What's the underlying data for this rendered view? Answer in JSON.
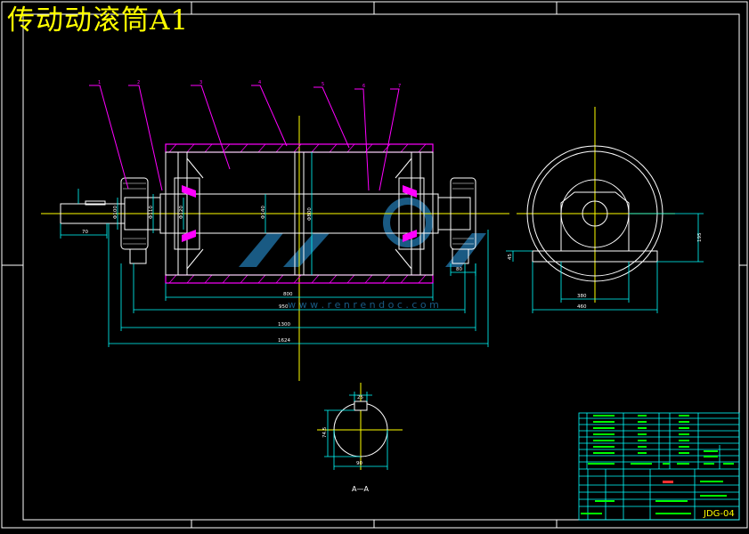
{
  "sheet": {
    "title": "传动动滚筒A1",
    "drawing_number": "JDG-04",
    "section_label": "A—A",
    "watermark_text": "w w w . r e n r e n d o c . c o m"
  },
  "balloons": [
    "1",
    "2",
    "3",
    "4",
    "5",
    "6",
    "7"
  ],
  "dimensions": {
    "shaft_end_length": "70",
    "bearing_dia": "Φ100",
    "seat_dia": "Φ110",
    "hub_dia": "Φ120",
    "shaft_dia": "Φ140",
    "drum_dia": "Φ800",
    "bearing_width": "80",
    "drum_length": "800",
    "flange_span": "950",
    "bearing_span": "1300",
    "overall_length": "1624",
    "base_height": "45",
    "center_height": "195",
    "base_inner": "380",
    "base_outer": "460",
    "key_width": "25",
    "section_dim": "74.5",
    "section_dia": "90"
  },
  "colors": {
    "background": "#000000",
    "frame": "#ffffff",
    "outline": "#ffffff",
    "shell": "#ff00ff",
    "dimension": "#00ffff",
    "centerline": "#ffff00",
    "leader": "#ff00ff",
    "title": "#ffff00",
    "red_text": "#ff3030",
    "watermark": "#1e6a9a"
  }
}
